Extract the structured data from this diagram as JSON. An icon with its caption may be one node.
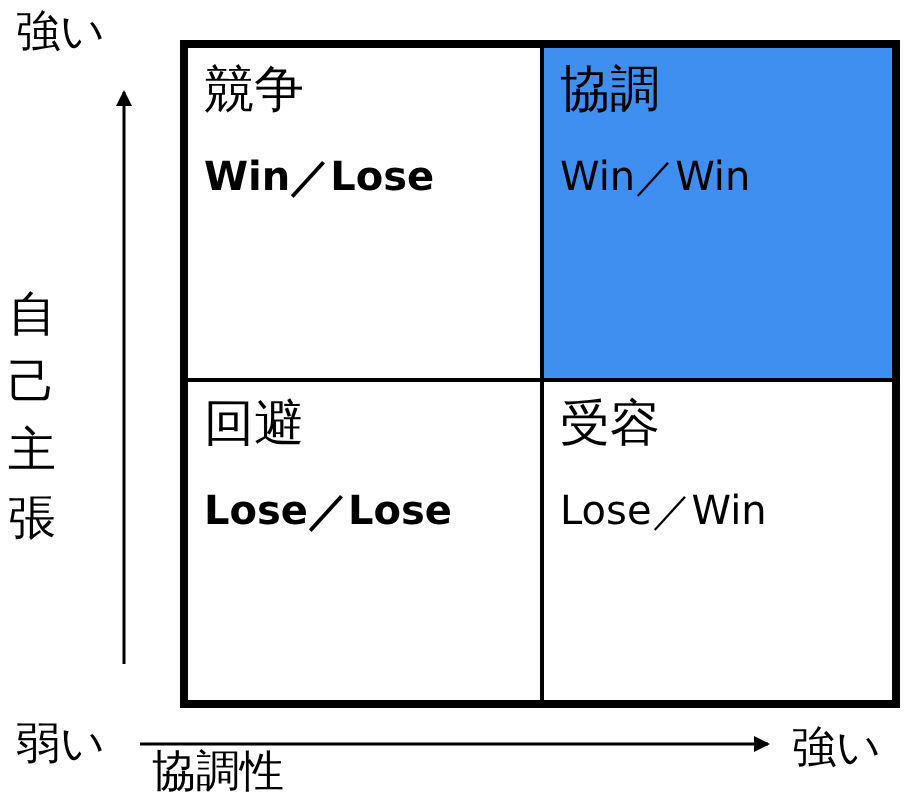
{
  "diagram": {
    "nodes": [
      {
        "text": [
          "競争",
          "Win／Lose"
        ]
      },
      {
        "text": [
          "協調",
          "Win／Win"
        ]
      },
      {
        "text": [
          "回避",
          "Lose／Lose"
        ]
      },
      {
        "text": [
          "受容",
          "Lose／Win"
        ]
      }
    ],
    "labels": [
      "強い",
      "自己主張",
      "弱い",
      "協調性",
      "強い"
    ]
  }
}
